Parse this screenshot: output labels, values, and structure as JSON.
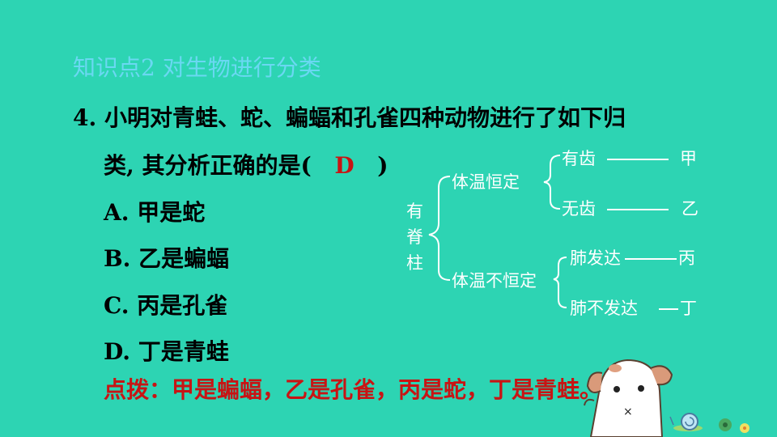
{
  "section_title": "知识点2 对生物进行分类",
  "question": {
    "line1": "4. 小明对青蛙、蛇、蝙蝠和孔雀四种动物进行了如下归",
    "line2_prefix": "类, 其分析正确的是(",
    "answer": "D",
    "line2_suffix": ")",
    "options": [
      {
        "label": "A. 甲是蛇"
      },
      {
        "label": "B. 乙是蝙蝠"
      },
      {
        "label": "C. 丙是孔雀"
      },
      {
        "label": "D. 丁是青蛙"
      }
    ]
  },
  "hint": "点拨：甲是蝙蝠，乙是孔雀，丙是蛇，丁是青蛙。",
  "diagram": {
    "root": [
      "有",
      "脊",
      "柱"
    ],
    "branch_top": "体温恒定",
    "branch_bottom": "体温不恒定",
    "leaves": [
      {
        "cond": "有齿",
        "result": "甲"
      },
      {
        "cond": "无齿",
        "result": "乙"
      },
      {
        "cond": "肺发达",
        "result": "丙"
      },
      {
        "cond": "肺不发达",
        "result": "丁"
      }
    ]
  },
  "colors": {
    "background": "#2dd4b3",
    "section": "#6ad8f2",
    "answer": "#c81414",
    "diagram": "#ffffff"
  }
}
